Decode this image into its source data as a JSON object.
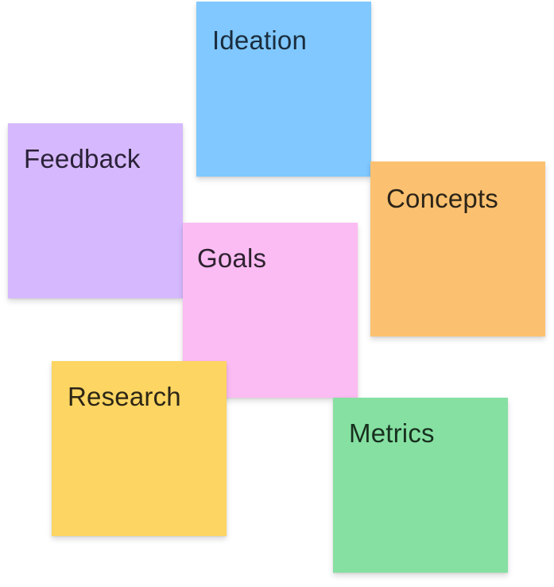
{
  "board": {
    "notes": [
      {
        "id": "ideation",
        "label": "Ideation",
        "color": "#80c8ff",
        "text_color": "#1a2c3d"
      },
      {
        "id": "feedback",
        "label": "Feedback",
        "color": "#d6b8ff",
        "text_color": "#2a2238"
      },
      {
        "id": "concepts",
        "label": "Concepts",
        "color": "#fcc170",
        "text_color": "#2c2418"
      },
      {
        "id": "goals",
        "label": "Goals",
        "color": "#fbbcf3",
        "text_color": "#2e2230"
      },
      {
        "id": "research",
        "label": "Research",
        "color": "#fdd562",
        "text_color": "#2c2616"
      },
      {
        "id": "metrics",
        "label": "Metrics",
        "color": "#86e0a2",
        "text_color": "#18301f"
      }
    ]
  }
}
